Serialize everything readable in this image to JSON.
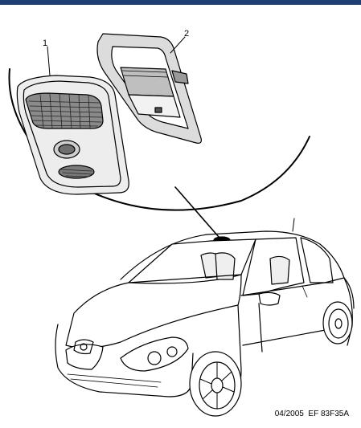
{
  "callouts": {
    "one": "1",
    "two": "2"
  },
  "footer": {
    "date": "04/2005",
    "ref": "EF 83F35A"
  },
  "colors": {
    "header_bar": "#1f3f73",
    "line": "#000000"
  }
}
